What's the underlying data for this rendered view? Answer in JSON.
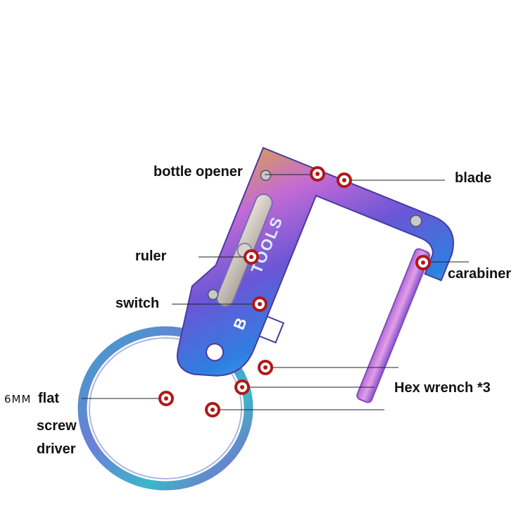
{
  "labels": {
    "bottle_opener": "bottle opener",
    "blade": "blade",
    "ruler": "ruler",
    "carabiner": "carabiner",
    "switch": "switch",
    "hex_wrench": "Hex wrench *3",
    "flat_size": "6MM",
    "flat": "flat",
    "screw": "screw",
    "driver": "driver"
  },
  "engraving": {
    "brand": "TOOLS",
    "logo": "B"
  },
  "colors": {
    "marker_ring": "#b01818",
    "marker_center": "#ffffff",
    "leader_line": "#222222",
    "iridescent": [
      "#2b6fd6",
      "#3cc6e0",
      "#7b4bd1",
      "#c26ad8",
      "#e0a04a"
    ]
  }
}
